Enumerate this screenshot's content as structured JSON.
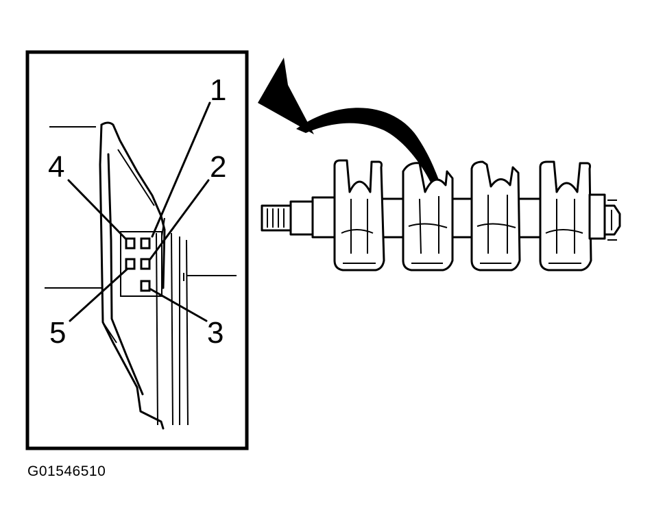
{
  "figure_code": "G01546510",
  "callouts": {
    "c1": "1",
    "c2": "2",
    "c3": "3",
    "c4": "4",
    "c5": "5"
  }
}
